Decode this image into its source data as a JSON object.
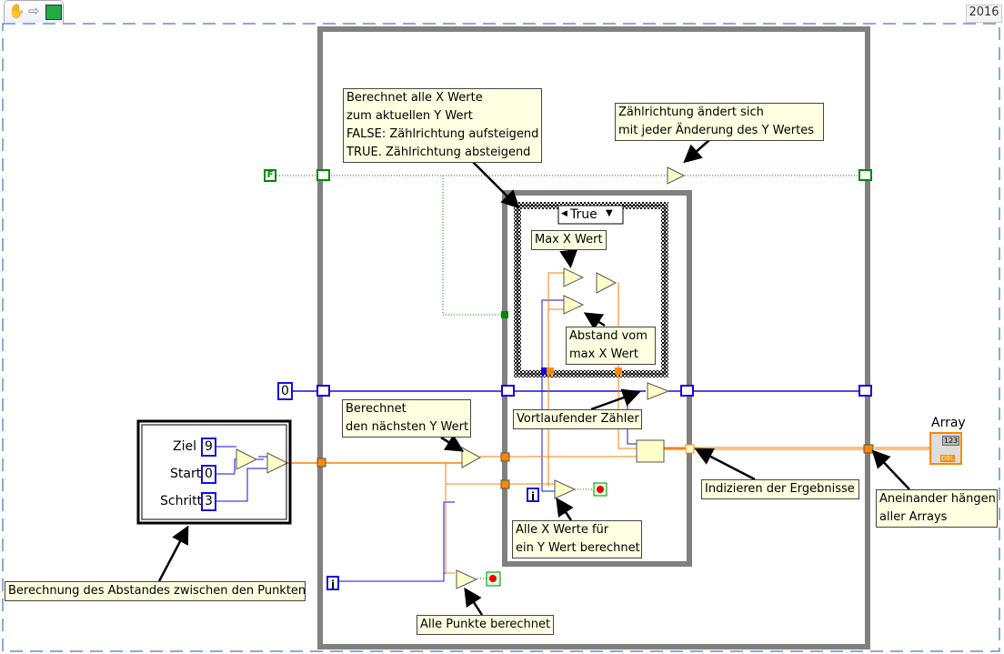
{
  "toolbar": {
    "icons": [
      "hand-tool-icon",
      "run-arrow-icon",
      "vi-icon"
    ],
    "year": "2016"
  },
  "case_structure": {
    "selector": "True"
  },
  "comments": {
    "berechnet_x": [
      "Berechnet alle X Werte",
      "zum aktuellen Y Wert",
      "FALSE: Zählrichtung aufsteigend",
      "TRUE. Zählrichtung absteigend"
    ],
    "zaehlrichtung": [
      "Zählrichtung ändert sich",
      "mit jeder Änderung des Y Wertes"
    ],
    "max_x": "Max X Wert",
    "abstand": [
      "Abstand vom",
      "max X Wert"
    ],
    "naechsten_y": [
      "Berechnet",
      "den nächsten Y Wert"
    ],
    "zaehler": "Vortlaufender Zähler",
    "indizieren": "Indizieren der Ergebnisse",
    "alle_x": [
      "Alle X Werte für",
      "ein Y Wert berechnet"
    ],
    "aneinander": [
      "Aneinander hängen",
      "aller Arrays"
    ],
    "abstand_punkte": "Berechnung des Abstandes zwischen den Punkten",
    "alle_punkte": "Alle Punkte berechnet"
  },
  "constants": {
    "bool_false": "F",
    "zero": "0",
    "iteration": "i"
  },
  "inputs": {
    "ziel_label": "Ziel",
    "ziel": "9",
    "start_label": "Start",
    "start": "0",
    "schritt_label": "Schritt",
    "schritt": "3"
  },
  "indicator": {
    "label": "Array",
    "type": "DBL",
    "format": "123"
  },
  "colors": {
    "orange_wire": "#ff7f00",
    "blue_wire": "#1010e0",
    "green_wire": "#008000",
    "loop_grey": "#808080",
    "comment_bg": "#ffffe1"
  }
}
